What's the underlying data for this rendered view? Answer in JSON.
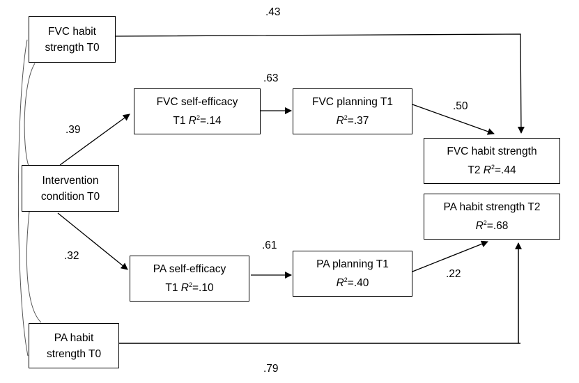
{
  "diagram": {
    "type": "path-model",
    "nodes": {
      "fvc_habit_t0": {
        "line1": "FVC habit",
        "line2": "strength T0"
      },
      "intervention_t0": {
        "line1": "Intervention",
        "line2": "condition T0"
      },
      "pa_habit_t0": {
        "line1": "PA habit",
        "line2": "strength T0"
      },
      "fvc_self_efficacy_t1": {
        "line1": "FVC self-efficacy",
        "line2_prefix": "T1 ",
        "r2_symbol": "R",
        "r2_sup": "2",
        "r2_value": "=.14"
      },
      "fvc_planning_t1": {
        "line1": "FVC planning T1",
        "line2_prefix": "",
        "r2_symbol": "R",
        "r2_sup": "2",
        "r2_value": "=.37"
      },
      "pa_self_efficacy_t1": {
        "line1": "PA self-efficacy",
        "line2_prefix": "T1 ",
        "r2_symbol": "R",
        "r2_sup": "2",
        "r2_value": "=.10"
      },
      "pa_planning_t1": {
        "line1": "PA planning T1",
        "line2_prefix": "",
        "r2_symbol": "R",
        "r2_sup": "2",
        "r2_value": "=.40"
      },
      "fvc_habit_t2": {
        "line1": "FVC habit strength",
        "line2_prefix": "T2 ",
        "r2_symbol": "R",
        "r2_sup": "2",
        "r2_value": "=.44"
      },
      "pa_habit_t2": {
        "line1": "PA habit strength T2",
        "line2_prefix": "",
        "r2_symbol": "R",
        "r2_sup": "2",
        "r2_value": "=.68"
      }
    },
    "paths": [
      {
        "from": "fvc_habit_t0",
        "to": "fvc_habit_t2",
        "coef": ".43"
      },
      {
        "from": "intervention_t0",
        "to": "fvc_self_efficacy_t1",
        "coef": ".39"
      },
      {
        "from": "fvc_self_efficacy_t1",
        "to": "fvc_planning_t1",
        "coef": ".63"
      },
      {
        "from": "fvc_planning_t1",
        "to": "fvc_habit_t2",
        "coef": ".50"
      },
      {
        "from": "intervention_t0",
        "to": "pa_self_efficacy_t1",
        "coef": ".32"
      },
      {
        "from": "pa_self_efficacy_t1",
        "to": "pa_planning_t1",
        "coef": ".61"
      },
      {
        "from": "pa_planning_t1",
        "to": "pa_habit_t2",
        "coef": ".22"
      },
      {
        "from": "pa_habit_t0",
        "to": "pa_habit_t2",
        "coef": ".79"
      }
    ],
    "correlations": [
      {
        "between": [
          "fvc_habit_t0",
          "intervention_t0"
        ]
      },
      {
        "between": [
          "intervention_t0",
          "pa_habit_t0"
        ]
      },
      {
        "between": [
          "fvc_habit_t0",
          "pa_habit_t0"
        ]
      }
    ]
  }
}
